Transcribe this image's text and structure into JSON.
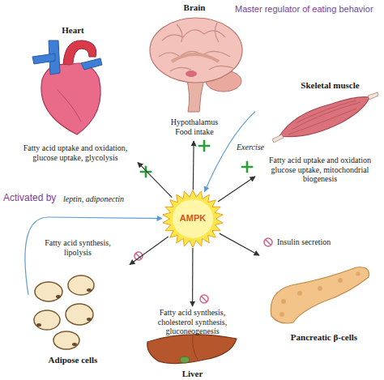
{
  "diagram": {
    "nodes": [
      {
        "text": [
          "Brain",
          "Hypothalamus Food intake"
        ]
      },
      {
        "text": [
          "Heart",
          "Fatty acid uptake and oxidation, glucose uptake, glycolysis"
        ]
      },
      {
        "text": [
          "Skeletal muscle",
          "Fatty acid uptake and oxidation glucose uptake, mitochondrial biogenesis"
        ]
      },
      {
        "text": [
          "AMPK"
        ]
      },
      {
        "text": [
          "Fatty acid synthesis, lipolysis",
          "Adipose cells"
        ]
      },
      {
        "text": [
          "Insulin secretion",
          "Pancreatic β-cells"
        ]
      },
      {
        "text": [
          "Fatty acid synthesis, cholesterol synthesis, gluconeogenesis",
          "Liver"
        ]
      }
    ],
    "edges": [
      {
        "from": 3,
        "to": 0,
        "arrow": "to"
      },
      {
        "from": 3,
        "to": 1,
        "arrow": "to"
      },
      {
        "from": 3,
        "to": 2,
        "arrow": "to"
      },
      {
        "from": 3,
        "to": 4,
        "arrow": "to"
      },
      {
        "from": 3,
        "to": 5,
        "arrow": "to"
      },
      {
        "from": 3,
        "to": 6,
        "arrow": "to"
      },
      {
        "from": 2,
        "to": 3,
        "label": "Exercise",
        "arrow": "to"
      },
      {
        "from": 4,
        "to": 3,
        "arrow": "to"
      }
    ],
    "labels": [
      "Master regulator of eating behavior",
      "Activated by",
      "leptin, adiponectin"
    ]
  }
}
